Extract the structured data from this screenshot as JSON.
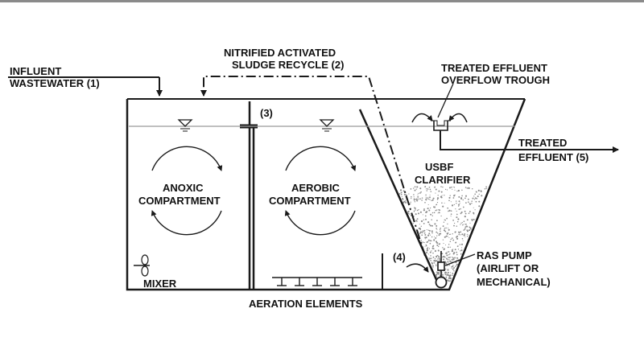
{
  "labels": {
    "influent_1": "INFLUENT",
    "influent_2": "WASTEWATER (1)",
    "recycle_1": "NITRIFIED ACTIVATED",
    "recycle_2": "SLUDGE RECYCLE (2)",
    "trough_1": "TREATED EFFLUENT",
    "trough_2": "OVERFLOW TROUGH",
    "effluent_1": "TREATED",
    "effluent_2": "EFFLUENT (5)",
    "label_3": "(3)",
    "label_4": "(4)",
    "usbf_1": "USBF",
    "usbf_2": "CLARIFIER",
    "anoxic_1": "ANOXIC",
    "anoxic_2": "COMPARTMENT",
    "aerobic_1": "AEROBIC",
    "aerobic_2": "COMPARTMENT",
    "mixer": "MIXER",
    "aeration": "AERATION ELEMENTS",
    "ras_1": "RAS PUMP",
    "ras_2": "(AIRLIFT OR",
    "ras_3": "MECHANICAL)"
  },
  "colors": {
    "ink": "#1a1a1a",
    "water_line": "#9a9a9a",
    "sludge": "#8c8c8c",
    "top_bar": "#8a8a8a"
  }
}
